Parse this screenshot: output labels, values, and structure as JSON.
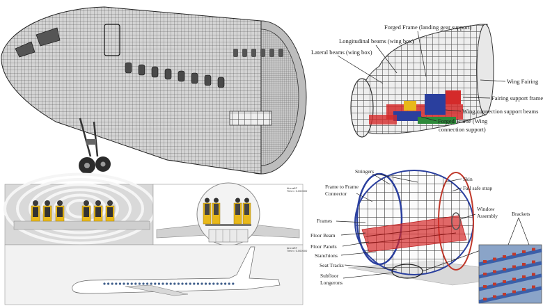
{
  "panel_top_right": {
    "labels": [
      "Forged Frame (landing gear support)",
      "Longitudinal  beams (wing box)",
      "Lateral beams (wing box)",
      "Wing Fairing",
      "Fairing support frame",
      "Wing connection support beams",
      "Forged Frame (Wing",
      "connection support)"
    ]
  },
  "panel_bottom_right": {
    "labels": [
      "Stringers",
      "Skin",
      "Frame to Frame",
      "Connector",
      "Fail safe strap",
      "Window",
      "Assembly",
      "Brackets",
      "Frames",
      "Floor Beam",
      "Floor Panels",
      "Stanchions",
      "Seat Tracks",
      "Subfloor",
      "Longerons"
    ]
  },
  "colors": {
    "mesh_line": "#333333",
    "mesh_fill": "#cfcfcf",
    "frame_red": "#d42a2a",
    "frame_blue": "#2a3f9e",
    "seat_yellow": "#e8b81a",
    "sim_bg": "#f2f2f2"
  }
}
